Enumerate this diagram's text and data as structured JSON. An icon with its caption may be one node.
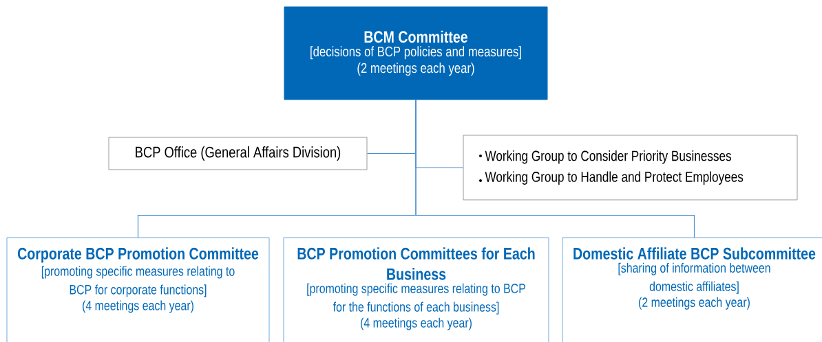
{
  "diagram": {
    "nodes": [
      {
        "text": [
          "BCM Committee",
          "[decisions of BCP policies and measures]",
          "(2 meetings each year)"
        ]
      },
      {
        "text": [
          "BCP Office (General Affairs Division)"
        ]
      },
      {
        "text": [
          "Working Group to Consider Priority Businesses",
          "Working Group to Handle and Protect Employees"
        ]
      },
      {
        "text": [
          "Corporate BCP Promotion Committee",
          "[promoting specific measures relating to BCP for corporate functions]",
          "(4 meetings each year)"
        ]
      },
      {
        "text": [
          "BCP Promotion Committees for Each Business",
          "[promoting specific measures relating to BCP for the functions of each business]",
          "(4 meetings each year)"
        ]
      },
      {
        "text": [
          "Domestic Affiliate BCP Subcommittee",
          "[sharing of information between domestic affiliates]",
          "(2 meetings each year)"
        ]
      }
    ],
    "edges": [
      {
        "from": 0,
        "to": 1,
        "arrow": "none"
      },
      {
        "from": 0,
        "to": 2,
        "arrow": "none"
      },
      {
        "from": 0,
        "to": 3,
        "arrow": "none"
      },
      {
        "from": 0,
        "to": 5,
        "arrow": "none"
      }
    ]
  }
}
